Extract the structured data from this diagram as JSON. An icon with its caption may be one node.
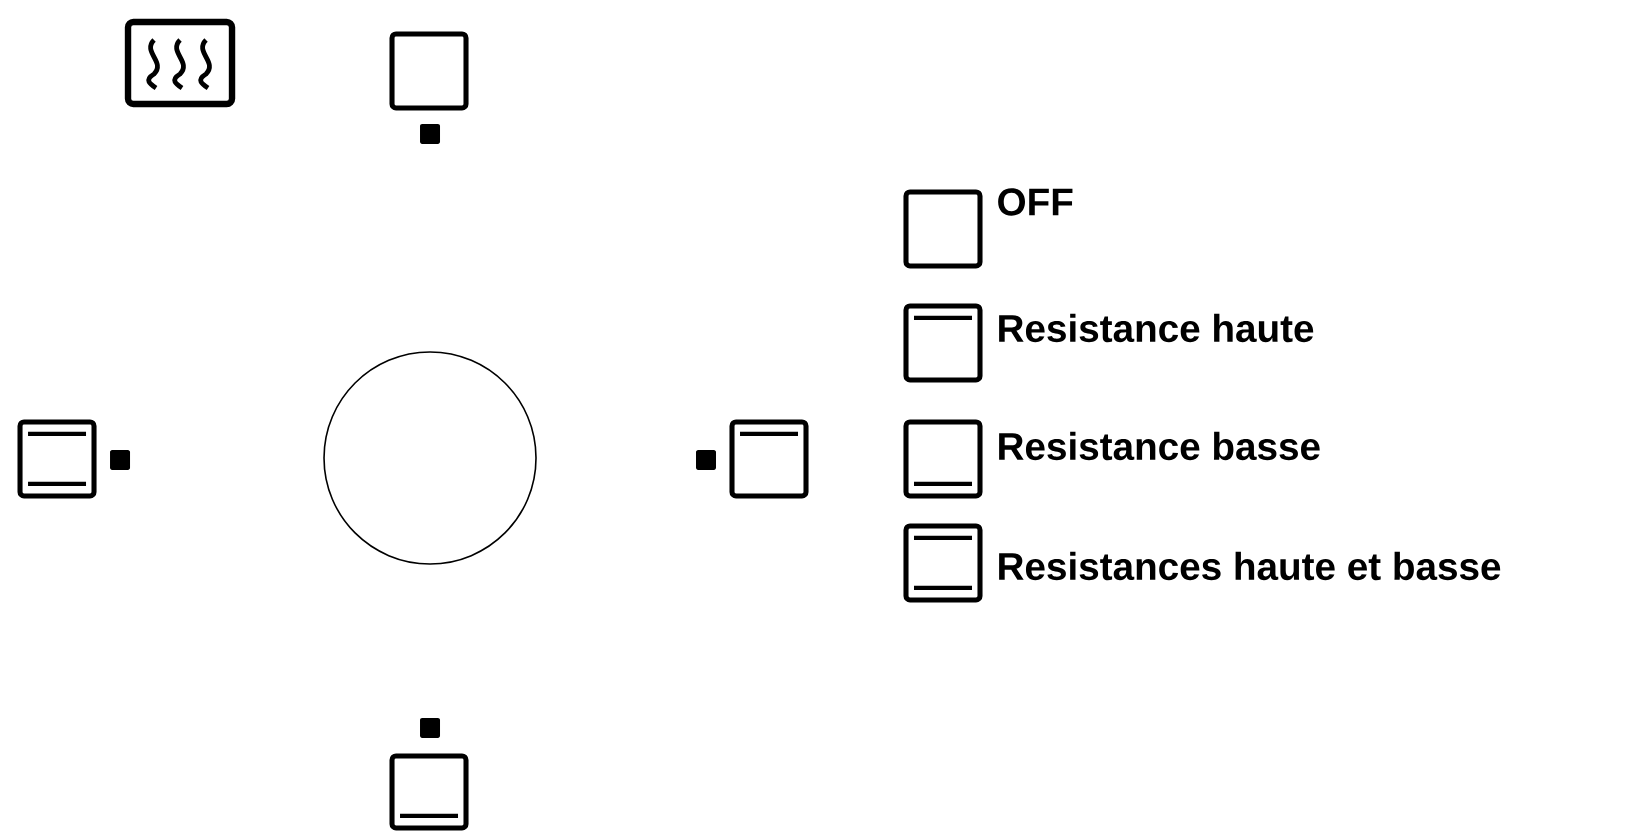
{
  "diagram": {
    "nodes": [
      {
        "text": [],
        "shape": "circle"
      }
    ],
    "legend": [
      {
        "text": "OFF"
      },
      {
        "text": "Resistance haute"
      },
      {
        "text": "Resistance basse"
      },
      {
        "text": "Resistances haute et basse"
      }
    ]
  }
}
